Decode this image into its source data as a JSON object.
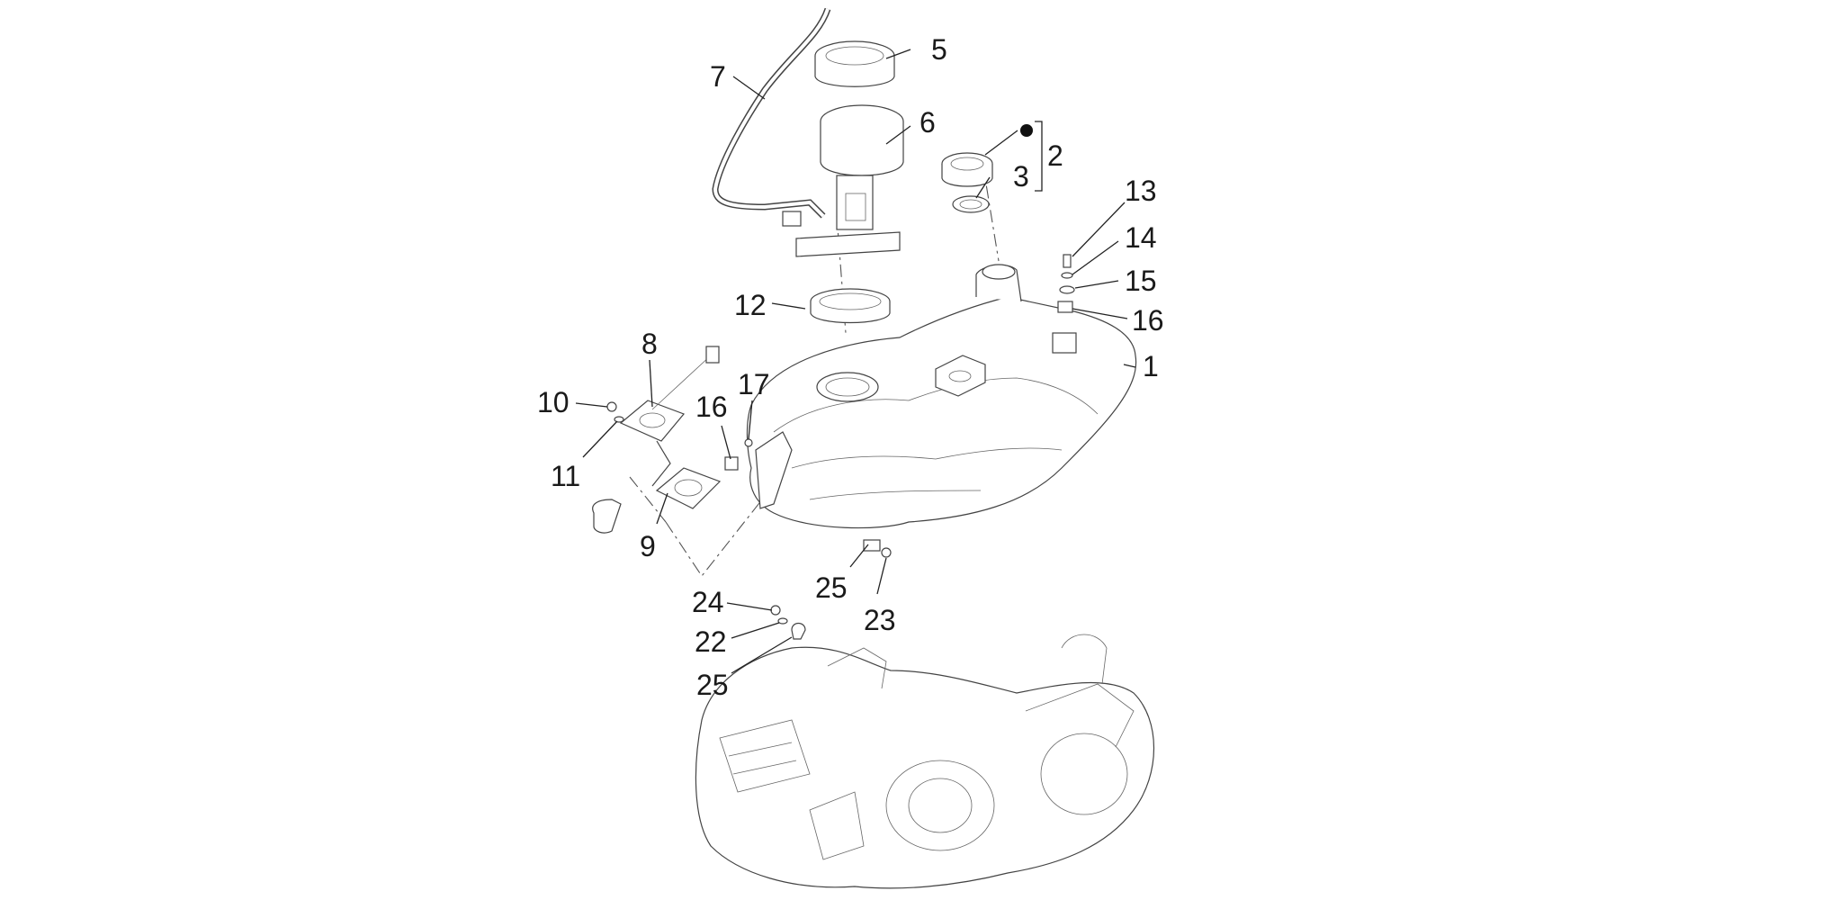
{
  "diagram": {
    "callouts": {
      "c1": "1",
      "c2": "2",
      "c3": "3",
      "c5": "5",
      "c6": "6",
      "c7": "7",
      "c8": "8",
      "c9": "9",
      "c10": "10",
      "c11": "11",
      "c12": "12",
      "c13": "13",
      "c14": "14",
      "c15": "15",
      "c16a": "16",
      "c16b": "16",
      "c17": "17",
      "c22": "22",
      "c23": "23",
      "c24": "24",
      "c25a": "25",
      "c25b": "25"
    }
  }
}
